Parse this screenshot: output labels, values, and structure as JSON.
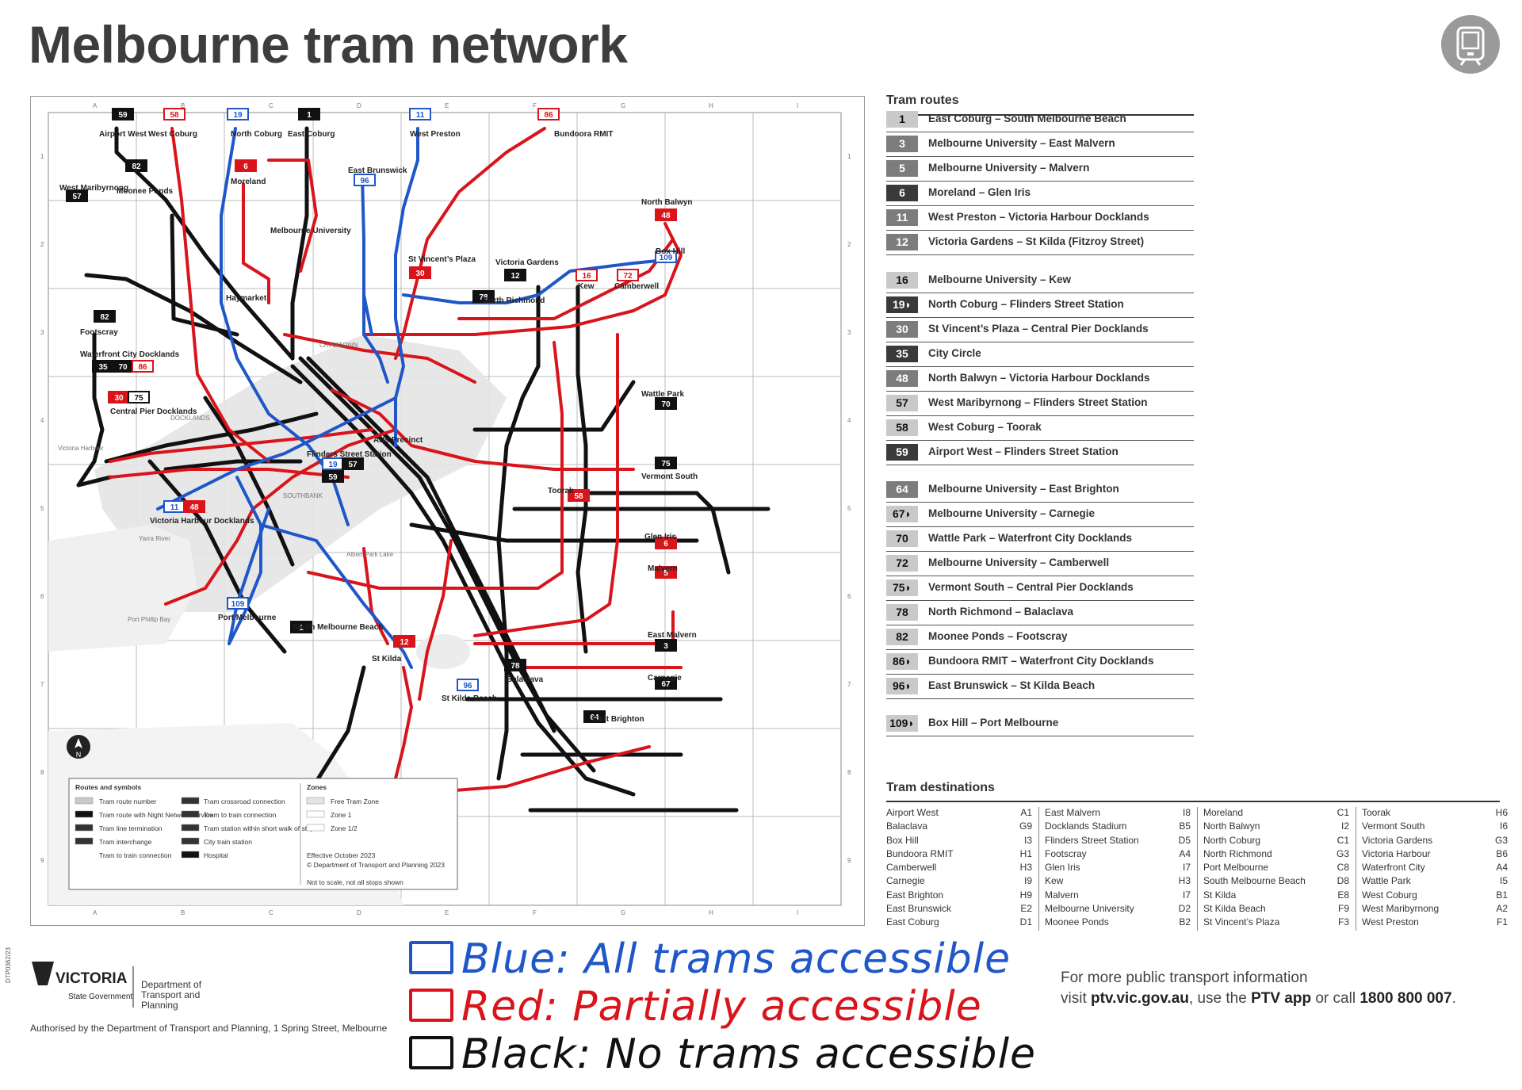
{
  "title": "Melbourne tram network",
  "title_icon": "tram-icon",
  "routes_heading": "Tram routes",
  "routes": [
    {
      "num": "1",
      "name": "East Coburg – South Melbourne Beach",
      "shade": "light"
    },
    {
      "num": "3",
      "name": "Melbourne University – East Malvern",
      "shade": "mid"
    },
    {
      "num": "5",
      "name": "Melbourne University – Malvern",
      "shade": "mid"
    },
    {
      "num": "6",
      "name": "Moreland – Glen Iris",
      "shade": "dark"
    },
    {
      "num": "11",
      "name": "West Preston – Victoria Harbour Docklands",
      "shade": "mid"
    },
    {
      "num": "12",
      "name": "Victoria Gardens – St Kilda (Fitzroy Street)",
      "shade": "mid"
    },
    {
      "num": "16",
      "name": "Melbourne University – Kew",
      "shade": "light"
    },
    {
      "num": "19◗",
      "name": "North Coburg – Flinders Street Station",
      "shade": "dark"
    },
    {
      "num": "30",
      "name": "St Vincent’s Plaza – Central Pier Docklands",
      "shade": "mid"
    },
    {
      "num": "35",
      "name": "City Circle",
      "shade": "dark"
    },
    {
      "num": "48",
      "name": "North Balwyn – Victoria Harbour Docklands",
      "shade": "mid"
    },
    {
      "num": "57",
      "name": "West Maribyrnong – Flinders Street Station",
      "shade": "light"
    },
    {
      "num": "58",
      "name": "West Coburg – Toorak",
      "shade": "light"
    },
    {
      "num": "59",
      "name": "Airport West – Flinders Street Station",
      "shade": "dark"
    },
    {
      "num": "64",
      "name": "Melbourne University – East Brighton",
      "shade": "mid"
    },
    {
      "num": "67◗",
      "name": "Melbourne University – Carnegie",
      "shade": "light"
    },
    {
      "num": "70",
      "name": "Wattle Park – Waterfront City Docklands",
      "shade": "light"
    },
    {
      "num": "72",
      "name": "Melbourne University – Camberwell",
      "shade": "light"
    },
    {
      "num": "75◗",
      "name": "Vermont South – Central Pier Docklands",
      "shade": "light"
    },
    {
      "num": "78",
      "name": "North Richmond – Balaclava",
      "shade": "light"
    },
    {
      "num": "82",
      "name": "Moonee Ponds – Footscray",
      "shade": "light"
    },
    {
      "num": "86◗",
      "name": "Bundoora RMIT – Waterfront City Docklands",
      "shade": "light"
    },
    {
      "num": "96◗",
      "name": "East Brunswick – St Kilda Beach",
      "shade": "light"
    },
    {
      "num": "109◗",
      "name": "Box Hill – Port Melbourne",
      "shade": "light"
    }
  ],
  "dest_heading": "Tram destinations",
  "destinations": [
    [
      [
        "Airport West",
        "A1"
      ],
      [
        "Balaclava",
        "G9"
      ],
      [
        "Box Hill",
        "I3"
      ],
      [
        "Bundoora RMIT",
        "H1"
      ],
      [
        "Camberwell",
        "H3"
      ],
      [
        "Carnegie",
        "I9"
      ],
      [
        "East Brighton",
        "H9"
      ],
      [
        "East Brunswick",
        "E2"
      ],
      [
        "East Coburg",
        "D1"
      ]
    ],
    [
      [
        "East Malvern",
        "I8"
      ],
      [
        "Docklands Stadium",
        "B5"
      ],
      [
        "Flinders Street Station",
        "D5"
      ],
      [
        "Footscray",
        "A4"
      ],
      [
        "Glen Iris",
        "I7"
      ],
      [
        "Kew",
        "H3"
      ],
      [
        "Malvern",
        "I7"
      ],
      [
        "Melbourne University",
        "D2"
      ],
      [
        "Moonee Ponds",
        "B2"
      ]
    ],
    [
      [
        "Moreland",
        "C1"
      ],
      [
        "North Balwyn",
        "I2"
      ],
      [
        "North Coburg",
        "C1"
      ],
      [
        "North Richmond",
        "G3"
      ],
      [
        "Port Melbourne",
        "C8"
      ],
      [
        "South Melbourne Beach",
        "D8"
      ],
      [
        "St Kilda",
        "E8"
      ],
      [
        "St Kilda Beach",
        "F9"
      ],
      [
        "St Vincent’s Plaza",
        "F3"
      ]
    ],
    [
      [
        "Toorak",
        "H6"
      ],
      [
        "Vermont South",
        "I6"
      ],
      [
        "Victoria Gardens",
        "G3"
      ],
      [
        "Victoria Harbour",
        "B6"
      ],
      [
        "Waterfront City",
        "A4"
      ],
      [
        "Wattle Park",
        "I5"
      ],
      [
        "West Coburg",
        "B1"
      ],
      [
        "West Maribyrnong",
        "A2"
      ],
      [
        "West Preston",
        "F1"
      ]
    ]
  ],
  "map": {
    "grid_cols": [
      "A",
      "B",
      "C",
      "D",
      "E",
      "F",
      "G",
      "H",
      "I"
    ],
    "grid_rows": [
      "1",
      "2",
      "3",
      "4",
      "5",
      "6",
      "7",
      "8",
      "9"
    ],
    "place_labels": [
      {
        "text": "Airport West",
        "id": "airport-west"
      },
      {
        "text": "West Coburg",
        "id": "west-coburg"
      },
      {
        "text": "North Coburg",
        "id": "north-coburg"
      },
      {
        "text": "East Coburg",
        "id": "east-coburg"
      },
      {
        "text": "West Preston",
        "id": "west-preston"
      },
      {
        "text": "Bundoora RMIT",
        "id": "bundoora"
      },
      {
        "text": "West Maribyrnong",
        "id": "west-maribyrnong"
      },
      {
        "text": "Moonee Ponds",
        "id": "moonee-ponds"
      },
      {
        "text": "Moreland",
        "id": "moreland"
      },
      {
        "text": "East Brunswick",
        "id": "east-brunswick"
      },
      {
        "text": "North Balwyn",
        "id": "north-balwyn"
      },
      {
        "text": "Melbourne University",
        "id": "melb-uni"
      },
      {
        "text": "Box Hill",
        "id": "box-hill"
      },
      {
        "text": "St Vincent’s Plaza",
        "id": "st-vincents"
      },
      {
        "text": "Victoria Gardens",
        "id": "victoria-gardens"
      },
      {
        "text": "Kew",
        "id": "kew"
      },
      {
        "text": "Camberwell",
        "id": "camberwell"
      },
      {
        "text": "North Richmond",
        "id": "north-richmond"
      },
      {
        "text": "Footscray",
        "id": "footscray"
      },
      {
        "text": "Waterfront City Docklands",
        "id": "waterfront"
      },
      {
        "text": "Central Pier Docklands",
        "id": "central-pier"
      },
      {
        "text": "Wattle Park",
        "id": "wattle-park"
      },
      {
        "text": "Flinders Street Station",
        "id": "flinders"
      },
      {
        "text": "Vermont South",
        "id": "vermont-south"
      },
      {
        "text": "Toorak",
        "id": "toorak"
      },
      {
        "text": "Victoria Harbour Docklands",
        "id": "vic-harbour"
      },
      {
        "text": "Glen Iris",
        "id": "glen-iris"
      },
      {
        "text": "Malvern",
        "id": "malvern"
      },
      {
        "text": "Port Melbourne",
        "id": "port-melbourne"
      },
      {
        "text": "South Melbourne Beach",
        "id": "south-melb-beach"
      },
      {
        "text": "East Malvern",
        "id": "east-malvern"
      },
      {
        "text": "St Kilda",
        "id": "st-kilda"
      },
      {
        "text": "Balaclava",
        "id": "balaclava"
      },
      {
        "text": "Carnegie",
        "id": "carnegie"
      },
      {
        "text": "St Kilda Beach",
        "id": "st-kilda-beach"
      },
      {
        "text": "East Brighton",
        "id": "east-brighton"
      },
      {
        "text": "Haymarket",
        "id": "haymarket"
      },
      {
        "text": "Arts Precinct",
        "id": "arts-precinct"
      },
      {
        "text": "Victoria Harbour",
        "id": "victoria-harbour-water"
      },
      {
        "text": "Yarra River",
        "id": "yarra-river"
      },
      {
        "text": "Port Phillip Bay",
        "id": "port-phillip-bay"
      },
      {
        "text": "Albert Park Lake",
        "id": "albert-park-lake"
      },
      {
        "text": "DOCKLANDS",
        "id": "docklands"
      },
      {
        "text": "CHINATOWN",
        "id": "chinatown"
      },
      {
        "text": "SOUTHBANK",
        "id": "southbank"
      }
    ],
    "legend": {
      "heading": "Routes and symbols",
      "items": [
        "Tram route number",
        "Tram route with Night Network service",
        "Tram line termination",
        "Tram interchange",
        "Tram to train connection",
        "Tram crossroad connection",
        "Tram to train connection",
        "Tram station within short walk of stop",
        "City train station",
        "Hospital"
      ],
      "zones_heading": "Zones",
      "zones": [
        "Free Tram Zone",
        "Zone 1",
        "Zone 1/2"
      ],
      "effective": "Effective October 2023",
      "copyright": "© Department of Transport and Planning 2023",
      "not_to_scale": "Not to scale, not all stops shown"
    },
    "north_label": "N"
  },
  "footer": {
    "logo_word": "VICTORIA",
    "logo_sub": "State Government",
    "dept": "Department of Transport and Planning",
    "authorised": "Authorised by the Department of Transport and Planning, 1 Spring Street, Melbourne",
    "code": "DTP0362/23",
    "info_line1": "For more public transport information",
    "info_pre": "visit ",
    "info_url": "ptv.vic.gov.au",
    "info_mid": ", use the ",
    "info_app": "PTV app",
    "info_or": " or call ",
    "info_phone": "1800 800 007",
    "info_end": "."
  },
  "annotations": [
    {
      "text": "Blue: All trams accessible",
      "color": "#1f57c9"
    },
    {
      "text": "Red: Partially accessible",
      "color": "#d9141b"
    },
    {
      "text": "Black: No trams accessible",
      "color": "#111111"
    }
  ],
  "colors": {
    "blue": "#1f57c9",
    "red": "#d9141b",
    "black": "#111111"
  }
}
